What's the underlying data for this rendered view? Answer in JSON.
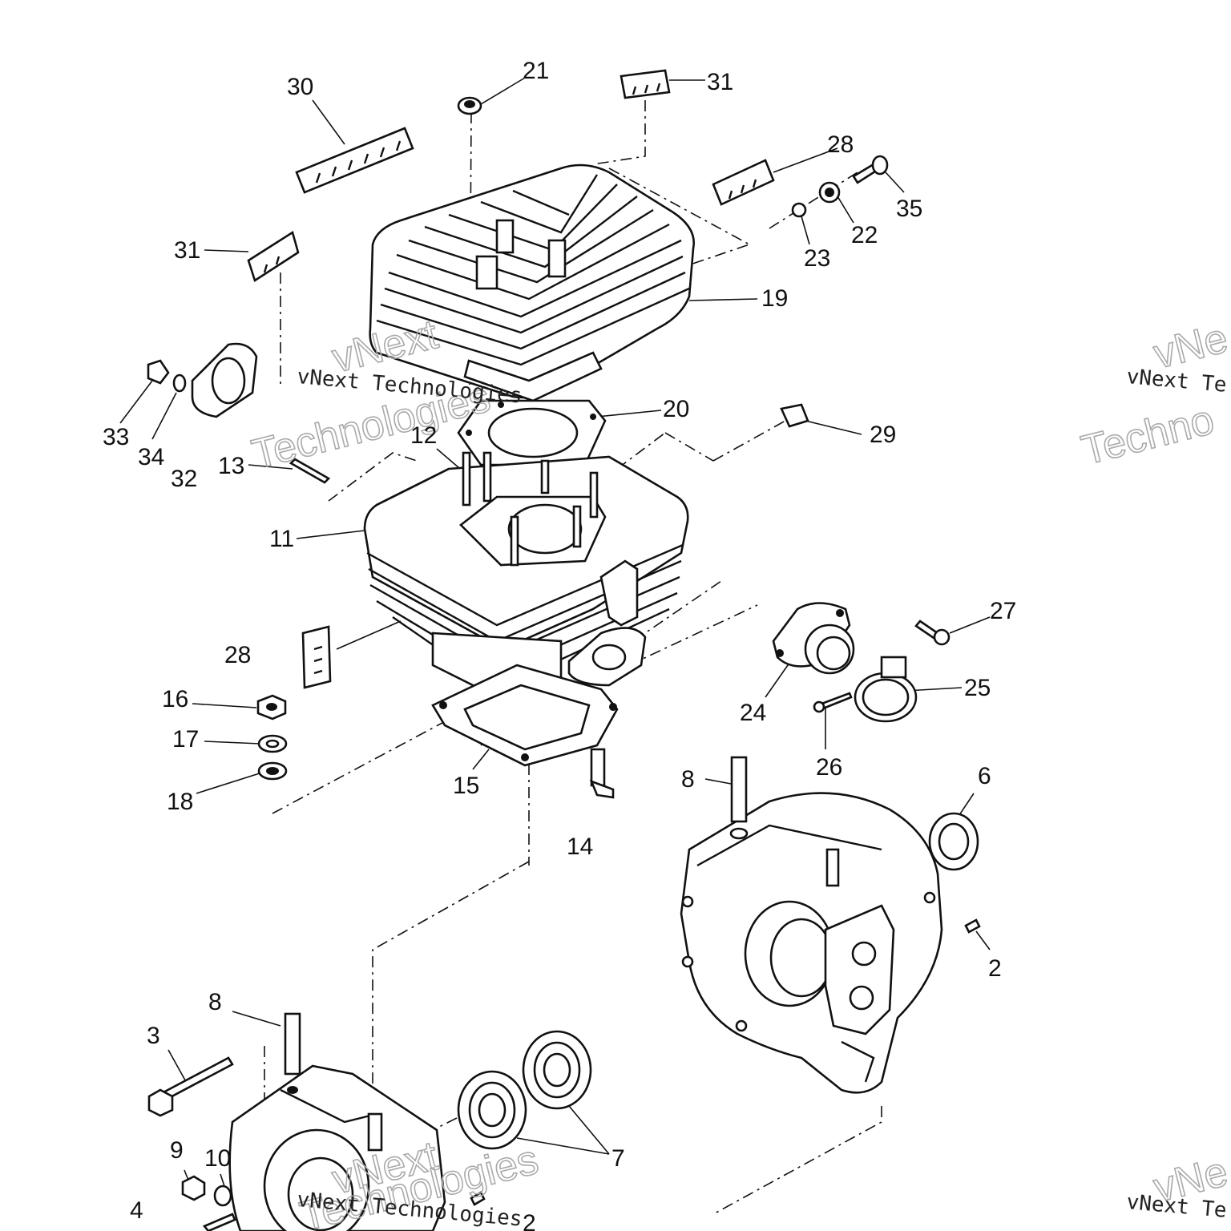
{
  "callouts": [
    {
      "id": "c30",
      "text": "30"
    },
    {
      "id": "c21",
      "text": "21"
    },
    {
      "id": "c31a",
      "text": "31"
    },
    {
      "id": "c28a",
      "text": "28"
    },
    {
      "id": "c35",
      "text": "35"
    },
    {
      "id": "c22",
      "text": "22"
    },
    {
      "id": "c23",
      "text": "23"
    },
    {
      "id": "c31b",
      "text": "31"
    },
    {
      "id": "c19",
      "text": "19"
    },
    {
      "id": "c33",
      "text": "33"
    },
    {
      "id": "c34",
      "text": "34"
    },
    {
      "id": "c32",
      "text": "32"
    },
    {
      "id": "c20",
      "text": "20"
    },
    {
      "id": "c29",
      "text": "29"
    },
    {
      "id": "c12",
      "text": "12"
    },
    {
      "id": "c13",
      "text": "13"
    },
    {
      "id": "c11",
      "text": "11"
    },
    {
      "id": "c27",
      "text": "27"
    },
    {
      "id": "c28b",
      "text": "28"
    },
    {
      "id": "c25",
      "text": "25"
    },
    {
      "id": "c16",
      "text": "16"
    },
    {
      "id": "c24",
      "text": "24"
    },
    {
      "id": "c17",
      "text": "17"
    },
    {
      "id": "c15",
      "text": "15"
    },
    {
      "id": "c26",
      "text": "26"
    },
    {
      "id": "c18",
      "text": "18"
    },
    {
      "id": "c8a",
      "text": "8"
    },
    {
      "id": "c6",
      "text": "6"
    },
    {
      "id": "c14",
      "text": "14"
    },
    {
      "id": "c2a",
      "text": "2"
    },
    {
      "id": "c8b",
      "text": "8"
    },
    {
      "id": "c3",
      "text": "3"
    },
    {
      "id": "c7",
      "text": "7"
    },
    {
      "id": "c9",
      "text": "9"
    },
    {
      "id": "c10",
      "text": "10"
    },
    {
      "id": "c4",
      "text": "4"
    },
    {
      "id": "c2b",
      "text": "2"
    }
  ],
  "watermark": {
    "serif": "vNext Technologies",
    "hollow_1": "vNext",
    "hollow_2": "Technologies",
    "right_serif": "vNext Te",
    "right_hollow_1": "vNe",
    "right_hollow_2": "Techno",
    "bottom_right_serif": "vNext Te",
    "bottom_right_hollow": "vNe"
  }
}
